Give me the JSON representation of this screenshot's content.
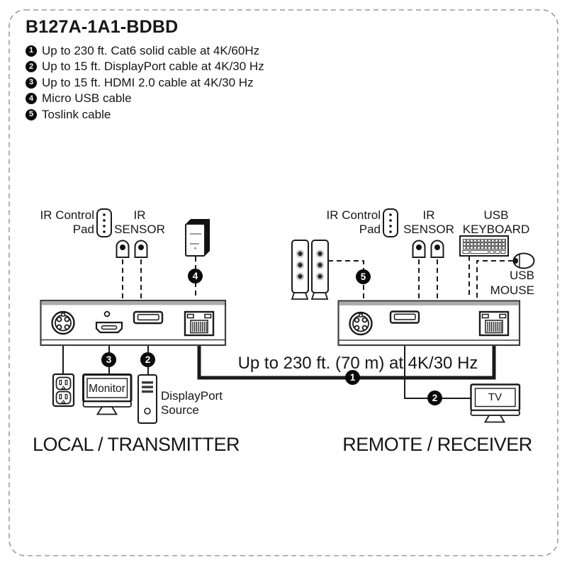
{
  "page": {
    "title": "B127A-1A1-BDBD"
  },
  "legend": {
    "items": [
      {
        "num": "1",
        "text": "Up to 230 ft. Cat6 solid cable at 4K/60Hz"
      },
      {
        "num": "2",
        "text": "Up to 15 ft. DisplayPort cable at 4K/30 Hz"
      },
      {
        "num": "3",
        "text": "Up to 15 ft. HDMI 2.0 cable at 4K/30 Hz"
      },
      {
        "num": "4",
        "text": "Micro USB cable"
      },
      {
        "num": "5",
        "text": "Toslink cable"
      }
    ]
  },
  "diagram": {
    "link_label": "Up to 230 ft. (70 m) at 4K/30 Hz",
    "badges": {
      "cat6": "1",
      "dp_local": "2",
      "hdmi": "3",
      "usb_power": "4",
      "toslink": "5",
      "dp_remote": "2"
    },
    "local": {
      "ir_control_line1": "IR Control",
      "ir_control_line2": "Pad",
      "ir_sensor_line1": "IR",
      "ir_sensor_line2": "SENSOR",
      "monitor_label": "Monitor",
      "source_line1": "DisplayPort",
      "source_line2": "Source",
      "section_label": "LOCAL / TRANSMITTER"
    },
    "remote": {
      "ir_control_line1": "IR Control",
      "ir_control_line2": "Pad",
      "ir_sensor_line1": "IR",
      "ir_sensor_line2": "SENSOR",
      "usb_keyboard_line1": "USB",
      "usb_keyboard_line2": "KEYBOARD",
      "usb_mouse_line1": "USB",
      "usb_mouse_line2": "MOUSE",
      "tv_label": "TV",
      "section_label": "REMOTE / RECEIVER"
    },
    "icons": {
      "ir_control_pad": "ir-control-pad-icon",
      "ir_sensor": "ir-sensor-icon",
      "power_adapter": "usb-power-adapter-icon",
      "wall_outlet": "wall-outlet-icon",
      "monitor": "monitor-icon",
      "tower_pc": "displayport-source-tower-icon",
      "speakers": "speakers-icon",
      "keyboard": "usb-keyboard-icon",
      "mouse": "usb-mouse-icon",
      "tv": "tv-icon",
      "din_power_port": "din-power-port-icon",
      "hdmi_port": "hdmi-port-icon",
      "displayport_port": "displayport-port-icon",
      "rj45_port": "rj45-port-icon"
    }
  },
  "colors": {
    "ink": "#1a1a1a",
    "panel_stroke": "#3f3f3f",
    "panel_top_bar": "#ababab",
    "page_border_dash": "#9c9c9c",
    "badge_bg": "#0a0a0a",
    "badge_text": "#ffffff"
  }
}
